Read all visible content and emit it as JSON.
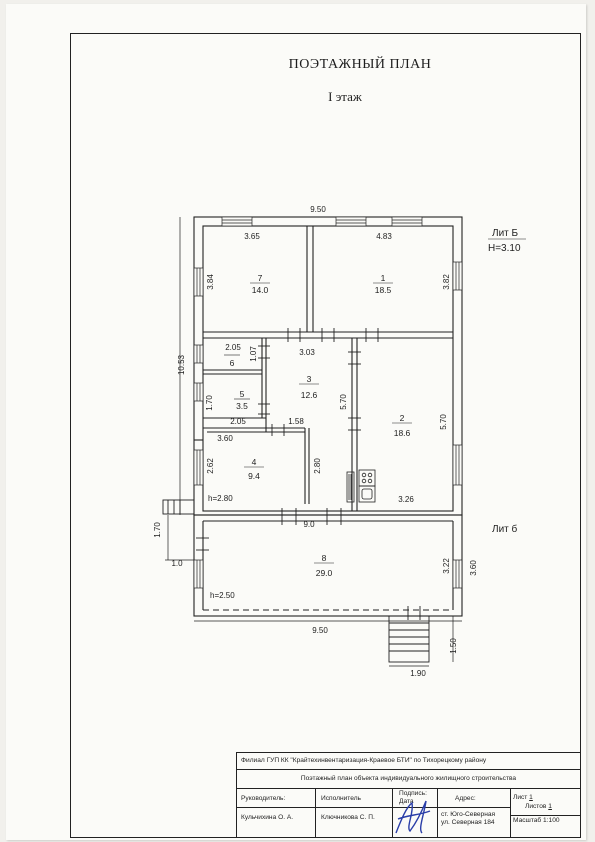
{
  "header": {
    "title": "ПОЭТАЖНЫЙ ПЛАН",
    "floor": "I этаж"
  },
  "liters": {
    "main": "Лит Б",
    "main_height": "H=3.10",
    "annex": "Лит б"
  },
  "rooms": [
    {
      "id": "room-7",
      "number": "7",
      "area": "14.0"
    },
    {
      "id": "room-1",
      "number": "1",
      "area": "18.5"
    },
    {
      "id": "room-6",
      "number": "6",
      "area": ""
    },
    {
      "id": "room-5",
      "number": "5",
      "area": "3.5"
    },
    {
      "id": "room-3",
      "number": "3",
      "area": "12.6"
    },
    {
      "id": "room-2",
      "number": "2",
      "area": "18.6"
    },
    {
      "id": "room-4",
      "number": "4",
      "area": "9.4"
    },
    {
      "id": "room-8",
      "number": "8",
      "area": "29.0"
    }
  ],
  "heights": {
    "room4": "h=2.80",
    "room8": "h=2.50"
  },
  "dimensions": {
    "top_width": "9.50",
    "r7_width": "3.65",
    "r1_width": "4.83",
    "r7_depth": "3.84",
    "r1_depth": "3.82",
    "total_depth": "10.53",
    "r6_width": "2.05",
    "r6_depth": "1.07",
    "r3_width": "3.03",
    "r5_depth": "1.70",
    "r5_width": "2.05",
    "r3_depth": "5.70",
    "r2_depth": "5.70",
    "r3_step": "1.58",
    "r4_width": "3.60",
    "r4_depth": "2.62",
    "r3_lower": "2.80",
    "r2_width": "3.26",
    "mid_width": "9.0",
    "porch_depth": "1.70",
    "porch_width": "1.0",
    "r8_depth": "3.22",
    "annex_depth": "3.60",
    "bottom_width": "9.50",
    "stair_depth": "1.50",
    "stair_width": "1.90"
  },
  "title_block": {
    "org": "Филиал ГУП КК \"Крайтехинвентаризация-Краевое БТИ\" по Тихорецкому району",
    "object": "Поэтажный план объекта индивидуального жилищного строительства",
    "head_label": "Руководитель:",
    "executor_label": "Исполнитель",
    "sign_label": "Подпись:",
    "date_label": "Дата",
    "address_label": "Адрес:",
    "sheet_label": "Лист",
    "sheet_value": "1",
    "sheets_label": "Листов",
    "sheets_value": "1",
    "head_name": "Кульчихина О. А.",
    "executor_name": "Ключникова С. П.",
    "address_line1": "ст. Юго-Северная",
    "address_line2": "ул. Северная 184",
    "scale": "Масштаб 1:100"
  }
}
